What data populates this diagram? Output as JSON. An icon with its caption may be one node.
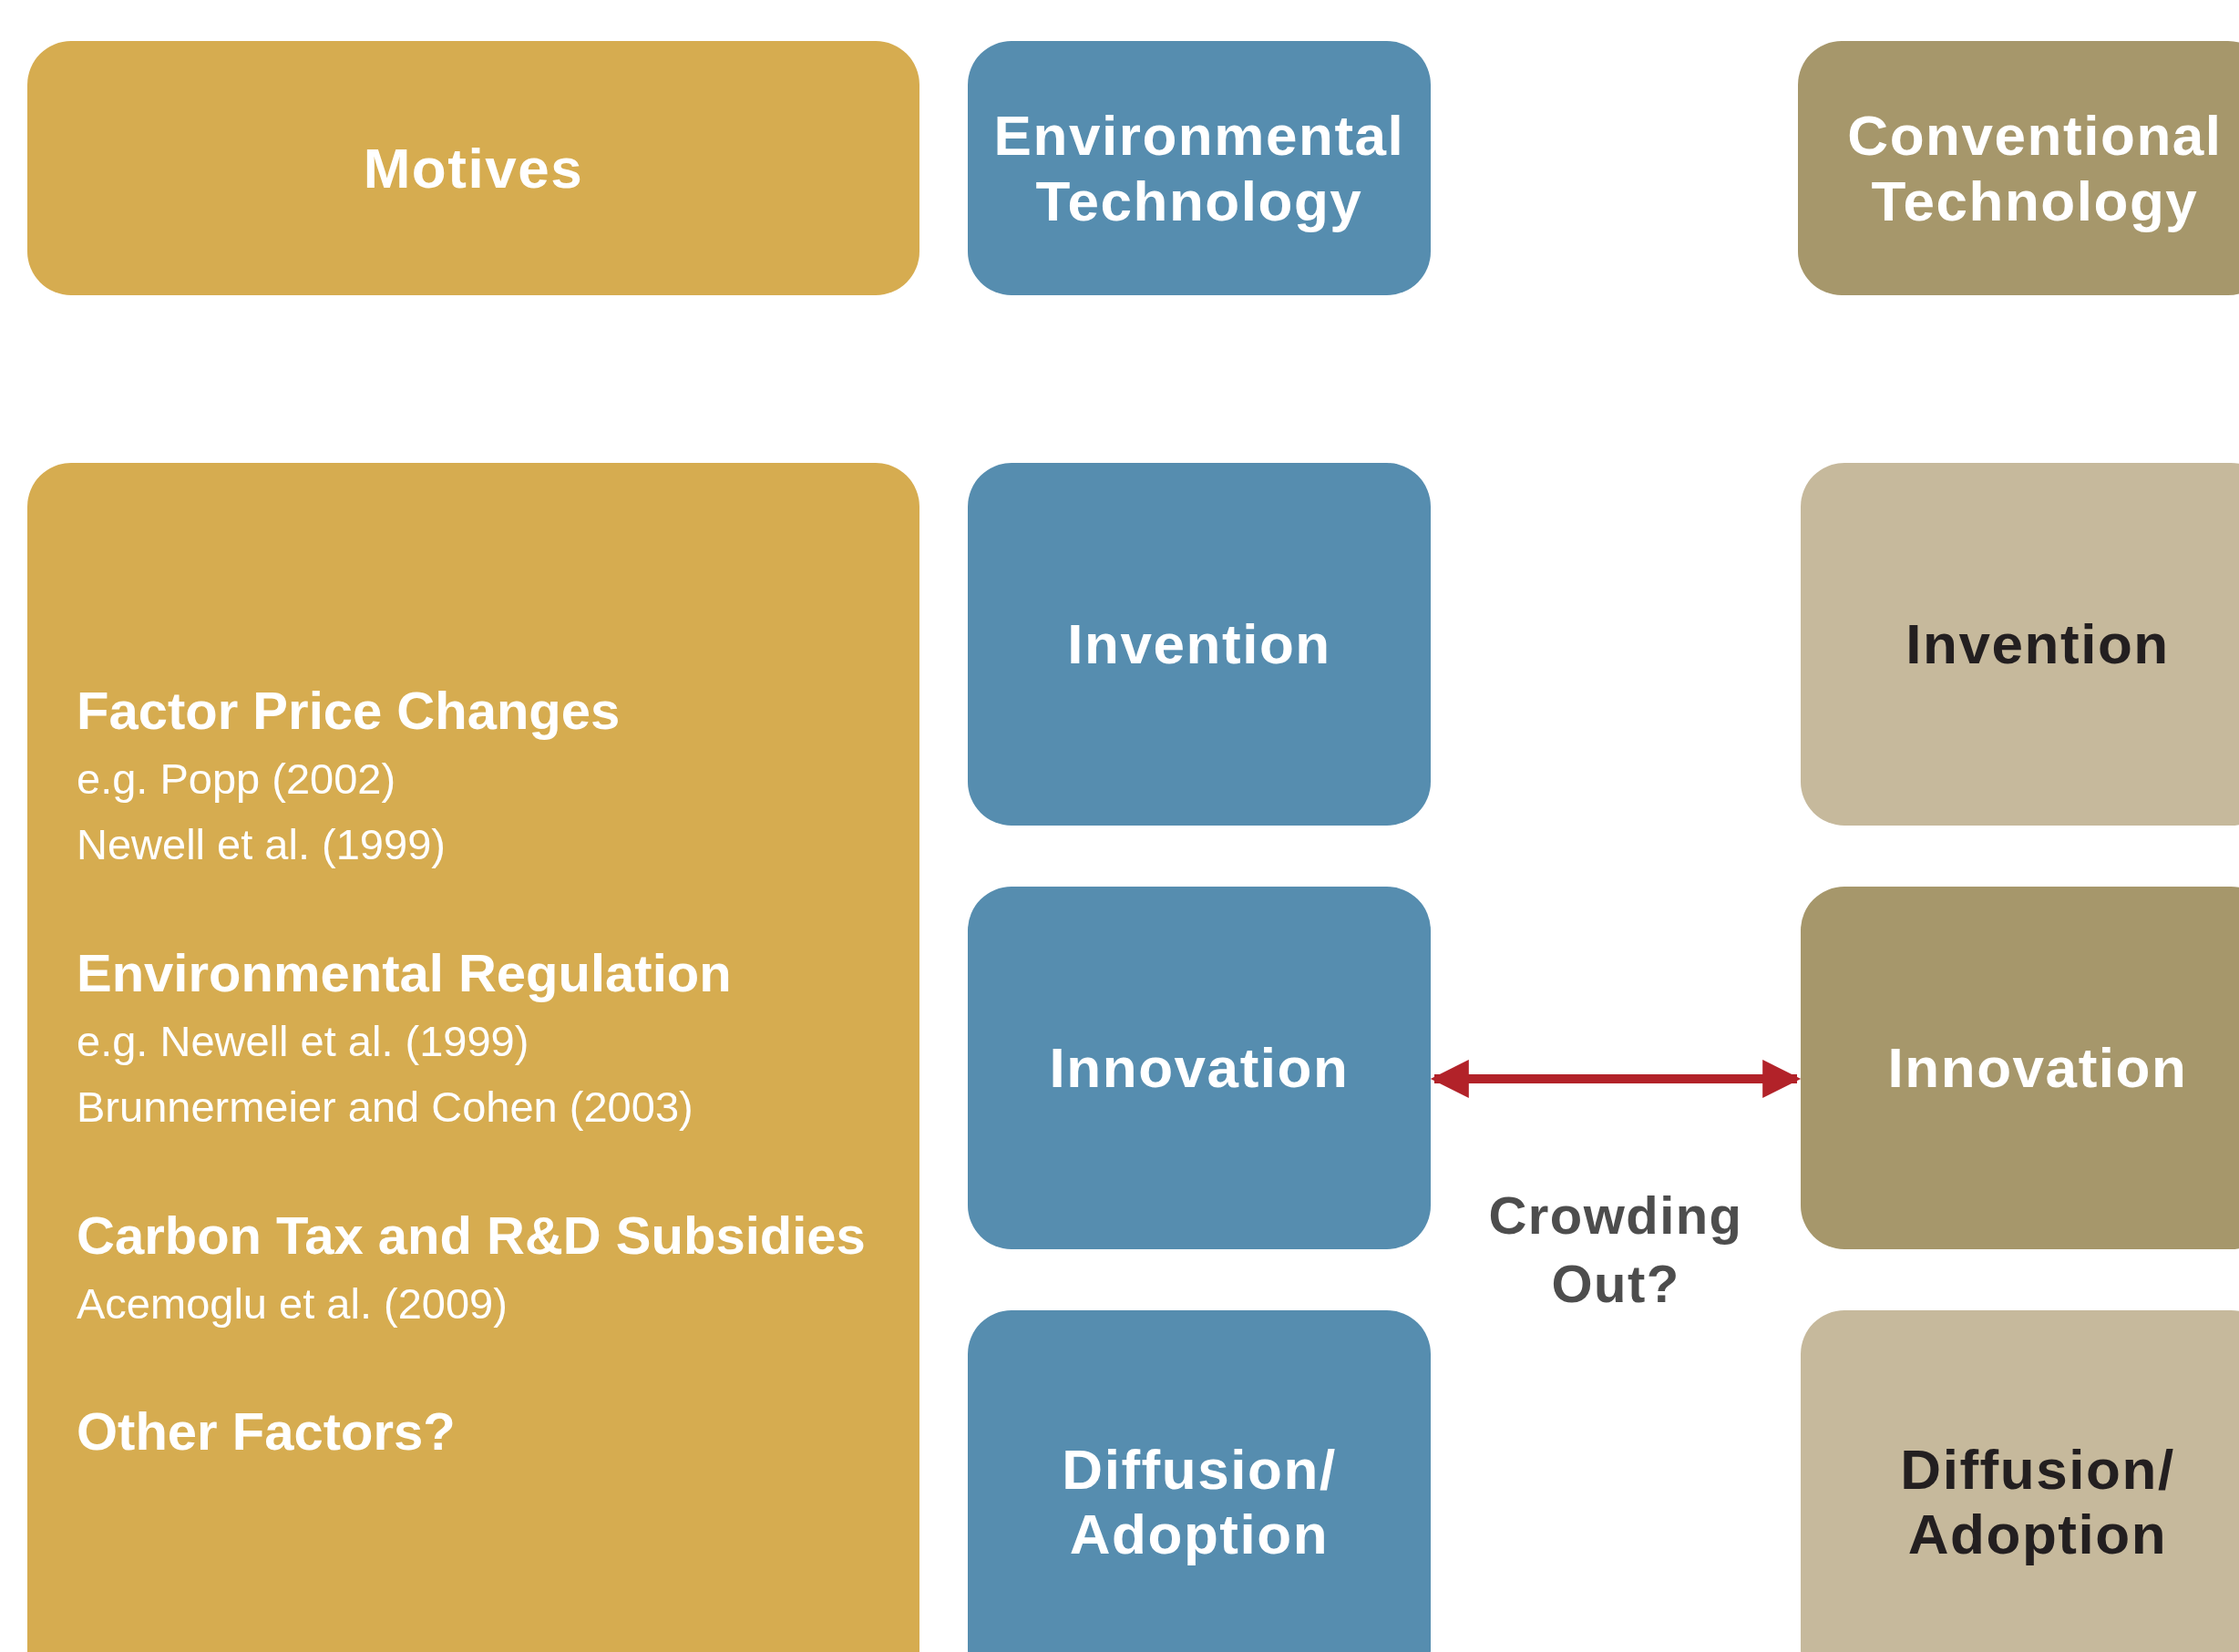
{
  "diagram": {
    "nodes": [
      {
        "text": [
          "Motives"
        ]
      },
      {
        "text": [
          "Environmental Technology"
        ]
      },
      {
        "text": [
          "Conventional Technology"
        ]
      },
      {
        "text": [
          "Factor Price Changes",
          "e.g. Popp (2002)",
          "Newell et al. (1999)",
          "Environmental Regulation",
          "e.g. Newell et al. (1999)",
          "Brunnermeier and Cohen (2003)",
          "Carbon Tax and R&D Subsidies",
          "Acemoglu et al. (2009)",
          "Other Factors?"
        ]
      },
      {
        "text": [
          "Invention"
        ]
      },
      {
        "text": [
          "Innovation"
        ]
      },
      {
        "text": [
          "Diffusion/ Adoption"
        ]
      },
      {
        "text": [
          "Invention"
        ]
      },
      {
        "text": [
          "Innovation"
        ]
      },
      {
        "text": [
          "Diffusion/ Adoption"
        ]
      }
    ],
    "edges": [
      {
        "from": 5,
        "to": 8,
        "arrow": "both",
        "label": "Crowding Out?",
        "color": "#b22229"
      }
    ]
  }
}
